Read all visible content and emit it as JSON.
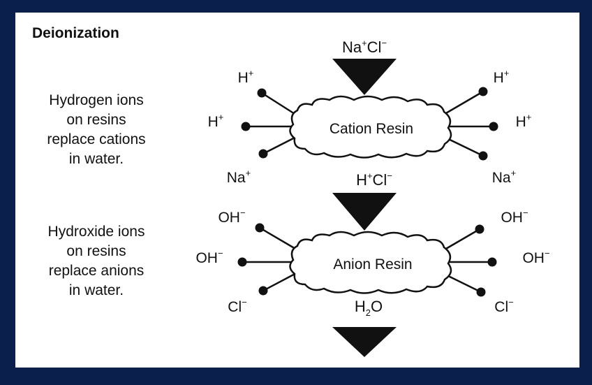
{
  "title": "Deionization",
  "cation_stage": {
    "description_lines": [
      "Hydrogen ions",
      "on resins",
      "replace cations",
      "in water."
    ],
    "input": {
      "base": "Na",
      "sup1": "+",
      "base2": "Cl",
      "sup2": "−"
    },
    "resin_label": "Cation Resin",
    "bound_ion": {
      "base": "H",
      "sup": "+"
    },
    "released_ion": {
      "base": "Na",
      "sup": "+"
    }
  },
  "anion_stage": {
    "description_lines": [
      "Hydroxide ions",
      "on resins",
      "replace anions",
      "in water."
    ],
    "input": {
      "base": "H",
      "sup1": "+",
      "base2": "Cl",
      "sup2": "−"
    },
    "resin_label": "Anion Resin",
    "bound_ion": {
      "base": "OH",
      "sup": "−"
    },
    "released_ion": {
      "base": "Cl",
      "sup": "−"
    }
  },
  "output": {
    "base": "H",
    "sub": "2",
    "base2": "O"
  },
  "colors": {
    "background": "#0b1f4d",
    "panel": "#ffffff",
    "ink": "#111111"
  }
}
